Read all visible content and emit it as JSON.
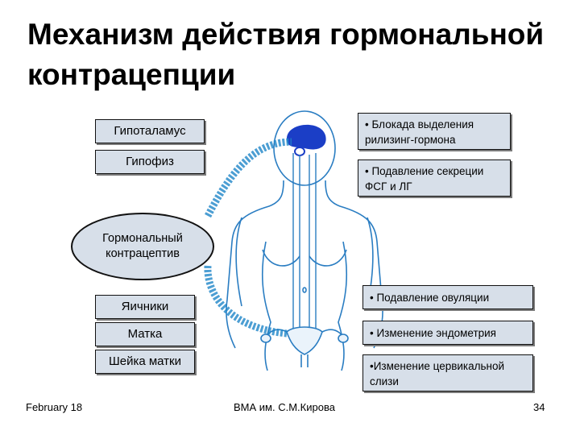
{
  "title": "Механизм действия гормональной контрацепции",
  "organs": {
    "hypothalamus": "Гипоталамус",
    "pituitary": "Гипофиз",
    "ovaries": "Яичники",
    "uterus": "Матка",
    "cervix": "Шейка матки"
  },
  "contraceptive": "Гормональный\nконтрацептив",
  "effects": {
    "blockade": "• Блокада выделения рилизинг-гормона",
    "fsh_lh": "• Подавление секреции ФСГ и ЛГ",
    "ovulation": "• Подавление овуляции",
    "endometrium": "• Изменение эндометрия",
    "cervical_mucus": "•Изменение цервикальной слизи"
  },
  "footer": {
    "date": "February 18",
    "institution": "ВМА им. С.М.Кирова",
    "page": "34"
  },
  "colors": {
    "box_fill": "#d7dfe9",
    "arc_blue": "#1f86c8",
    "body_outline": "#2a7dc2",
    "brain_blue": "#1b3ec6"
  }
}
